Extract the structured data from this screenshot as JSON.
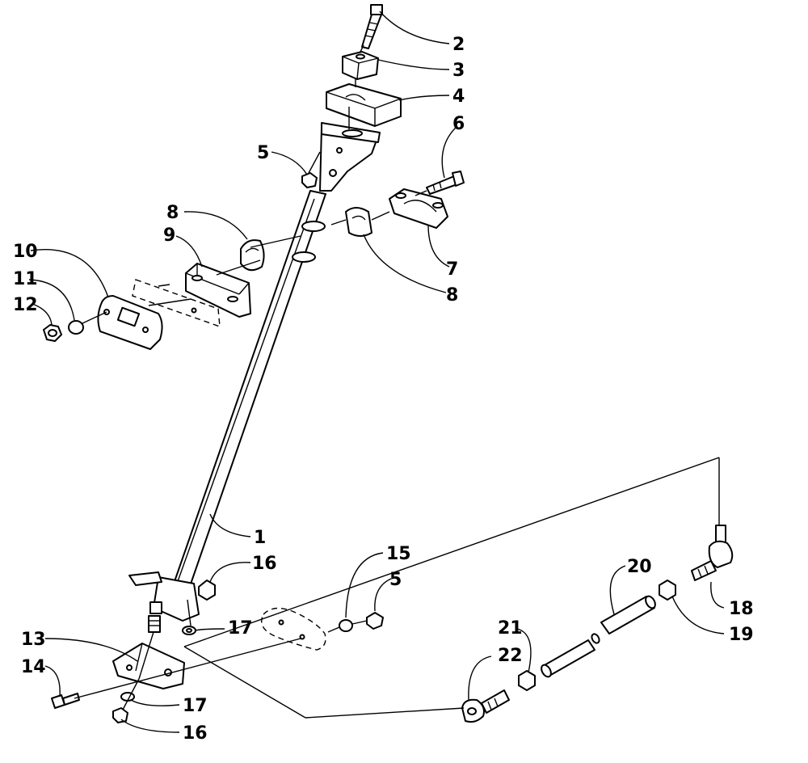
{
  "callouts": [
    {
      "id": "c2",
      "text": "2"
    },
    {
      "id": "c3",
      "text": "3"
    },
    {
      "id": "c4",
      "text": "4"
    },
    {
      "id": "c5a",
      "text": "5"
    },
    {
      "id": "c6",
      "text": "6"
    },
    {
      "id": "c7",
      "text": "7"
    },
    {
      "id": "c8a",
      "text": "8"
    },
    {
      "id": "c8b",
      "text": "8"
    },
    {
      "id": "c9",
      "text": "9"
    },
    {
      "id": "c10",
      "text": "10"
    },
    {
      "id": "c11",
      "text": "11"
    },
    {
      "id": "c12",
      "text": "12"
    },
    {
      "id": "c1",
      "text": "1"
    },
    {
      "id": "c16a",
      "text": "16"
    },
    {
      "id": "c15",
      "text": "15"
    },
    {
      "id": "c5b",
      "text": "5"
    },
    {
      "id": "c17a",
      "text": "17"
    },
    {
      "id": "c13",
      "text": "13"
    },
    {
      "id": "c14",
      "text": "14"
    },
    {
      "id": "c17b",
      "text": "17"
    },
    {
      "id": "c16b",
      "text": "16"
    },
    {
      "id": "c20",
      "text": "20"
    },
    {
      "id": "c18",
      "text": "18"
    },
    {
      "id": "c19",
      "text": "19"
    },
    {
      "id": "c21",
      "text": "21"
    },
    {
      "id": "c22",
      "text": "22"
    }
  ]
}
